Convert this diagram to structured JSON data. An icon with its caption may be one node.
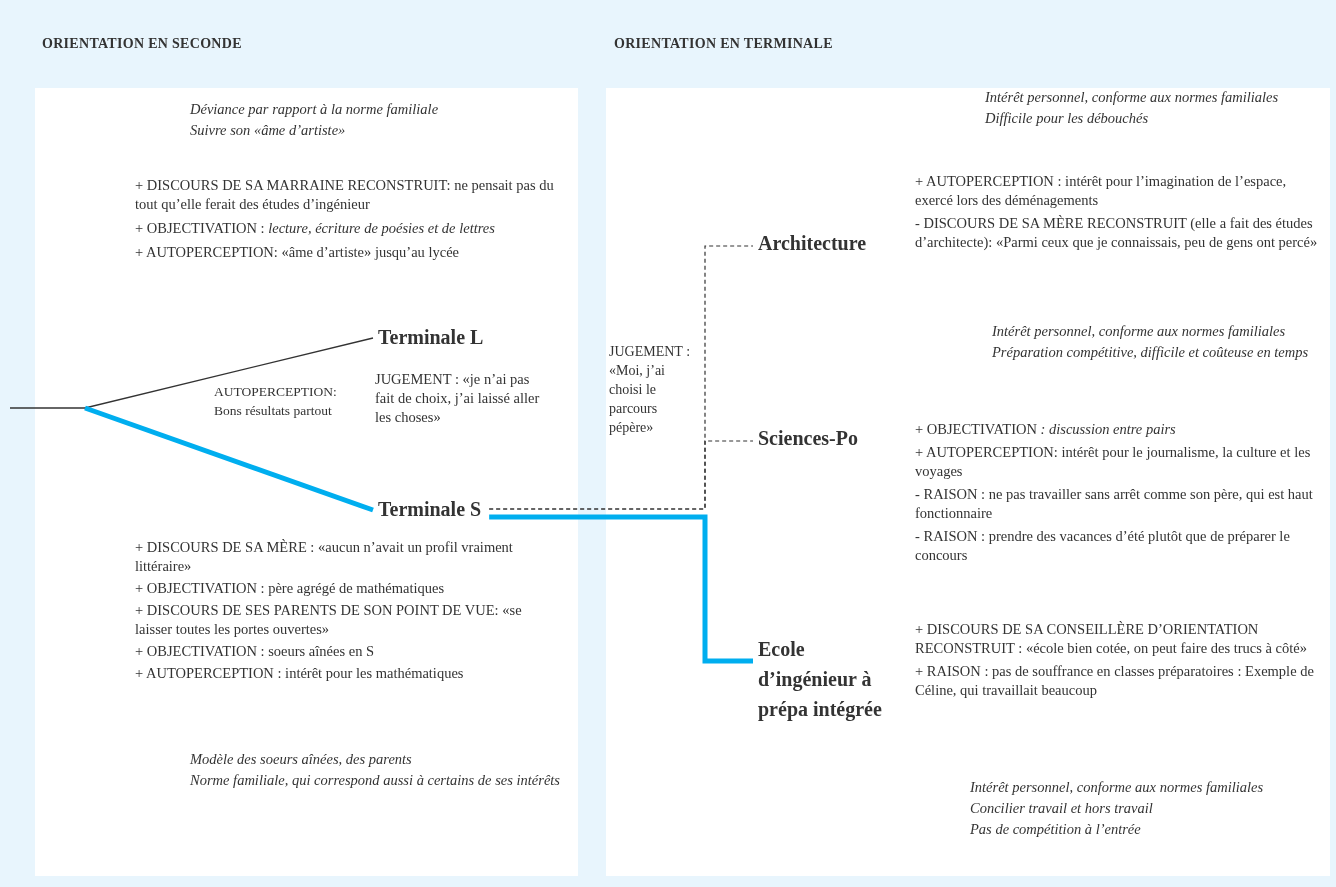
{
  "diagram": {
    "nodes": [
      {
        "text": [
          "Terminale L"
        ]
      },
      {
        "text": [
          "Terminale S"
        ]
      },
      {
        "text": [
          "Architecture"
        ]
      },
      {
        "text": [
          "Sciences-Po"
        ]
      },
      {
        "text": [
          "Ecole d’ingénieur à prépa intégrée"
        ]
      }
    ],
    "edges": [
      {
        "from": null,
        "to": 0,
        "arrow": "none"
      },
      {
        "from": null,
        "to": 1,
        "arrow": "none",
        "style": "thick",
        "color": "#00aeef"
      },
      {
        "from": 1,
        "to": 2,
        "arrow": "none",
        "style": "dashed"
      },
      {
        "from": 1,
        "to": 3,
        "arrow": "none",
        "style": "dashed"
      },
      {
        "from": 1,
        "to": 4,
        "arrow": "none",
        "style": "thick",
        "color": "#00aeef"
      }
    ],
    "labels": [
      "ORIENTATION EN SECONDE",
      "ORIENTATION EN TERMINALE",
      "Déviance par rapport à la norme familiale",
      "Suivre son «âme d’artiste»",
      "+ DISCOURS DE SA MARRAINE RECONSTRUIT: ne pensait pas du tout qu’elle ferait des études d’ingénieur",
      "+ OBJECTIVATION : *lecture, écriture de poésies et de lettres*",
      "+ AUTOPERCEPTION: «âme d’artiste» jusqu’au lycée",
      "AUTOPERCEPTION: Bons résultats partout",
      "JUGEMENT : «je n’ai pas fait de choix, j’ai laissé aller les choses»",
      "+ DISCOURS DE SA MÈRE : «aucun n’avait un profil vraiment littéraire»",
      "+ OBJECTIVATION : père agrégé de mathématiques",
      "+ DISCOURS DE SES PARENTS DE SON POINT DE VUE: «se laisser toutes les portes ouvertes»",
      "+ OBJECTIVATION : soeurs aînées en S",
      "+ AUTOPERCEPTION : intérêt pour les mathématiques",
      "Modèle des soeurs aînées, des parents",
      "Norme familiale, qui correspond aussi à certains de ses intérêts",
      "JUGEMENT : «Moi, j’ai choisi le parcours pépère»",
      "Intérêt personnel, conforme aux normes familiales",
      "Difficile pour les débouchés",
      "+ AUTOPERCEPTION : intérêt pour l’imagination de l’espace, exercé lors des déménagements",
      "- DISCOURS DE SA MÈRE RECONSTRUIT (elle a fait des études d’architecte): «Parmi ceux que je connaissais, peu de gens ont percé»",
      "Intérêt personnel, conforme aux normes familiales",
      "Préparation compétitive, difficile et coûteuse en temps",
      "+ OBJECTIVATION *: discussion entre pairs*",
      "+ AUTOPERCEPTION: intérêt pour le journalisme, la culture et les voyages",
      "- RAISON : ne pas travailler sans arrêt comme son père, qui est haut fonctionnaire",
      "- RAISON : prendre des vacances d’été plutôt que de préparer le concours",
      "+ DISCOURS DE SA CONSEILLÈRE D’ORIENTATION RECONSTRUIT : «école bien cotée, on peut faire des trucs à côté»",
      "+ RAISON : pas de souffrance en classes préparatoires : Exemple de Céline, qui travaillait beaucoup",
      "Intérêt personnel, conforme aux normes familiales",
      "Concilier travail et hors travail",
      "Pas de compétition à l’entrée"
    ]
  }
}
